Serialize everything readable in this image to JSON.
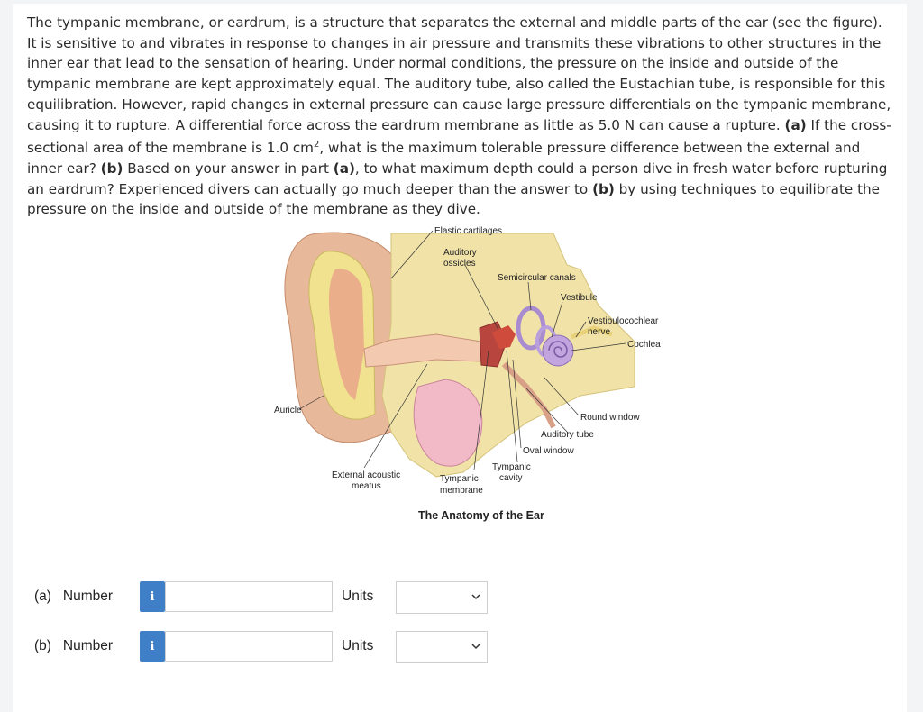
{
  "problem": {
    "s1": "The tympanic membrane, or eardrum, is a structure that separates the external and middle parts of the ear (see the figure). It is sensitive to and vibrates in response to changes in air pressure and transmits these vibrations to other structures in the inner ear that lead to the sensation of hearing. Under normal conditions, the pressure on the inside and outside of the tympanic membrane are kept approximately equal. The auditory tube, also called the Eustachian tube, is responsible for this equilibration. However, rapid changes in external pressure can cause large pressure differentials on the tympanic membrane, causing it to rupture. A differential force across the eardrum membrane as little as 5.0 N can cause a rupture.",
    "a_tag": "(a)",
    "s2": "If the cross-sectional area of the membrane is 1.0 cm",
    "sup": "2",
    "s3": ", what is the maximum tolerable pressure difference between the external and inner ear?",
    "b_tag": "(b)",
    "s4": "Based on your answer in part",
    "a_ref": "(a)",
    "s5": ", to what maximum depth could a person dive in fresh water before rupturing an eardrum? Experienced divers can actually go much deeper than the answer to",
    "b_ref": "(b)",
    "s6": "by using techniques to equilibrate the pressure on the inside and outside of the membrane as they dive."
  },
  "figure": {
    "caption": "The Anatomy of the Ear",
    "labels": {
      "elastic_cartilages": "Elastic cartilages",
      "auditory": "Auditory",
      "ossicles": "ossicles",
      "semicircular_canals": "Semicircular canals",
      "vestibule": "Vestibule",
      "vestibulocochlear": "Vestibulocochlear",
      "nerve": "nerve",
      "cochlea": "Cochlea",
      "auricle": "Auricle",
      "round_window": "Round window",
      "auditory_tube": "Auditory tube",
      "oval_window": "Oval window",
      "tympanic_cavity_1": "Tympanic",
      "tympanic_cavity_2": "cavity",
      "external_acoustic": "External acoustic",
      "meatus": "meatus",
      "tympanic_membrane_1": "Tympanic",
      "tympanic_membrane_2": "membrane"
    }
  },
  "answers": [
    {
      "label": "(a)",
      "number_label": "Number",
      "info": "i",
      "value": "",
      "units_label": "Units",
      "units_value": ""
    },
    {
      "label": "(b)",
      "number_label": "Number",
      "info": "i",
      "value": "",
      "units_label": "Units",
      "units_value": ""
    }
  ]
}
